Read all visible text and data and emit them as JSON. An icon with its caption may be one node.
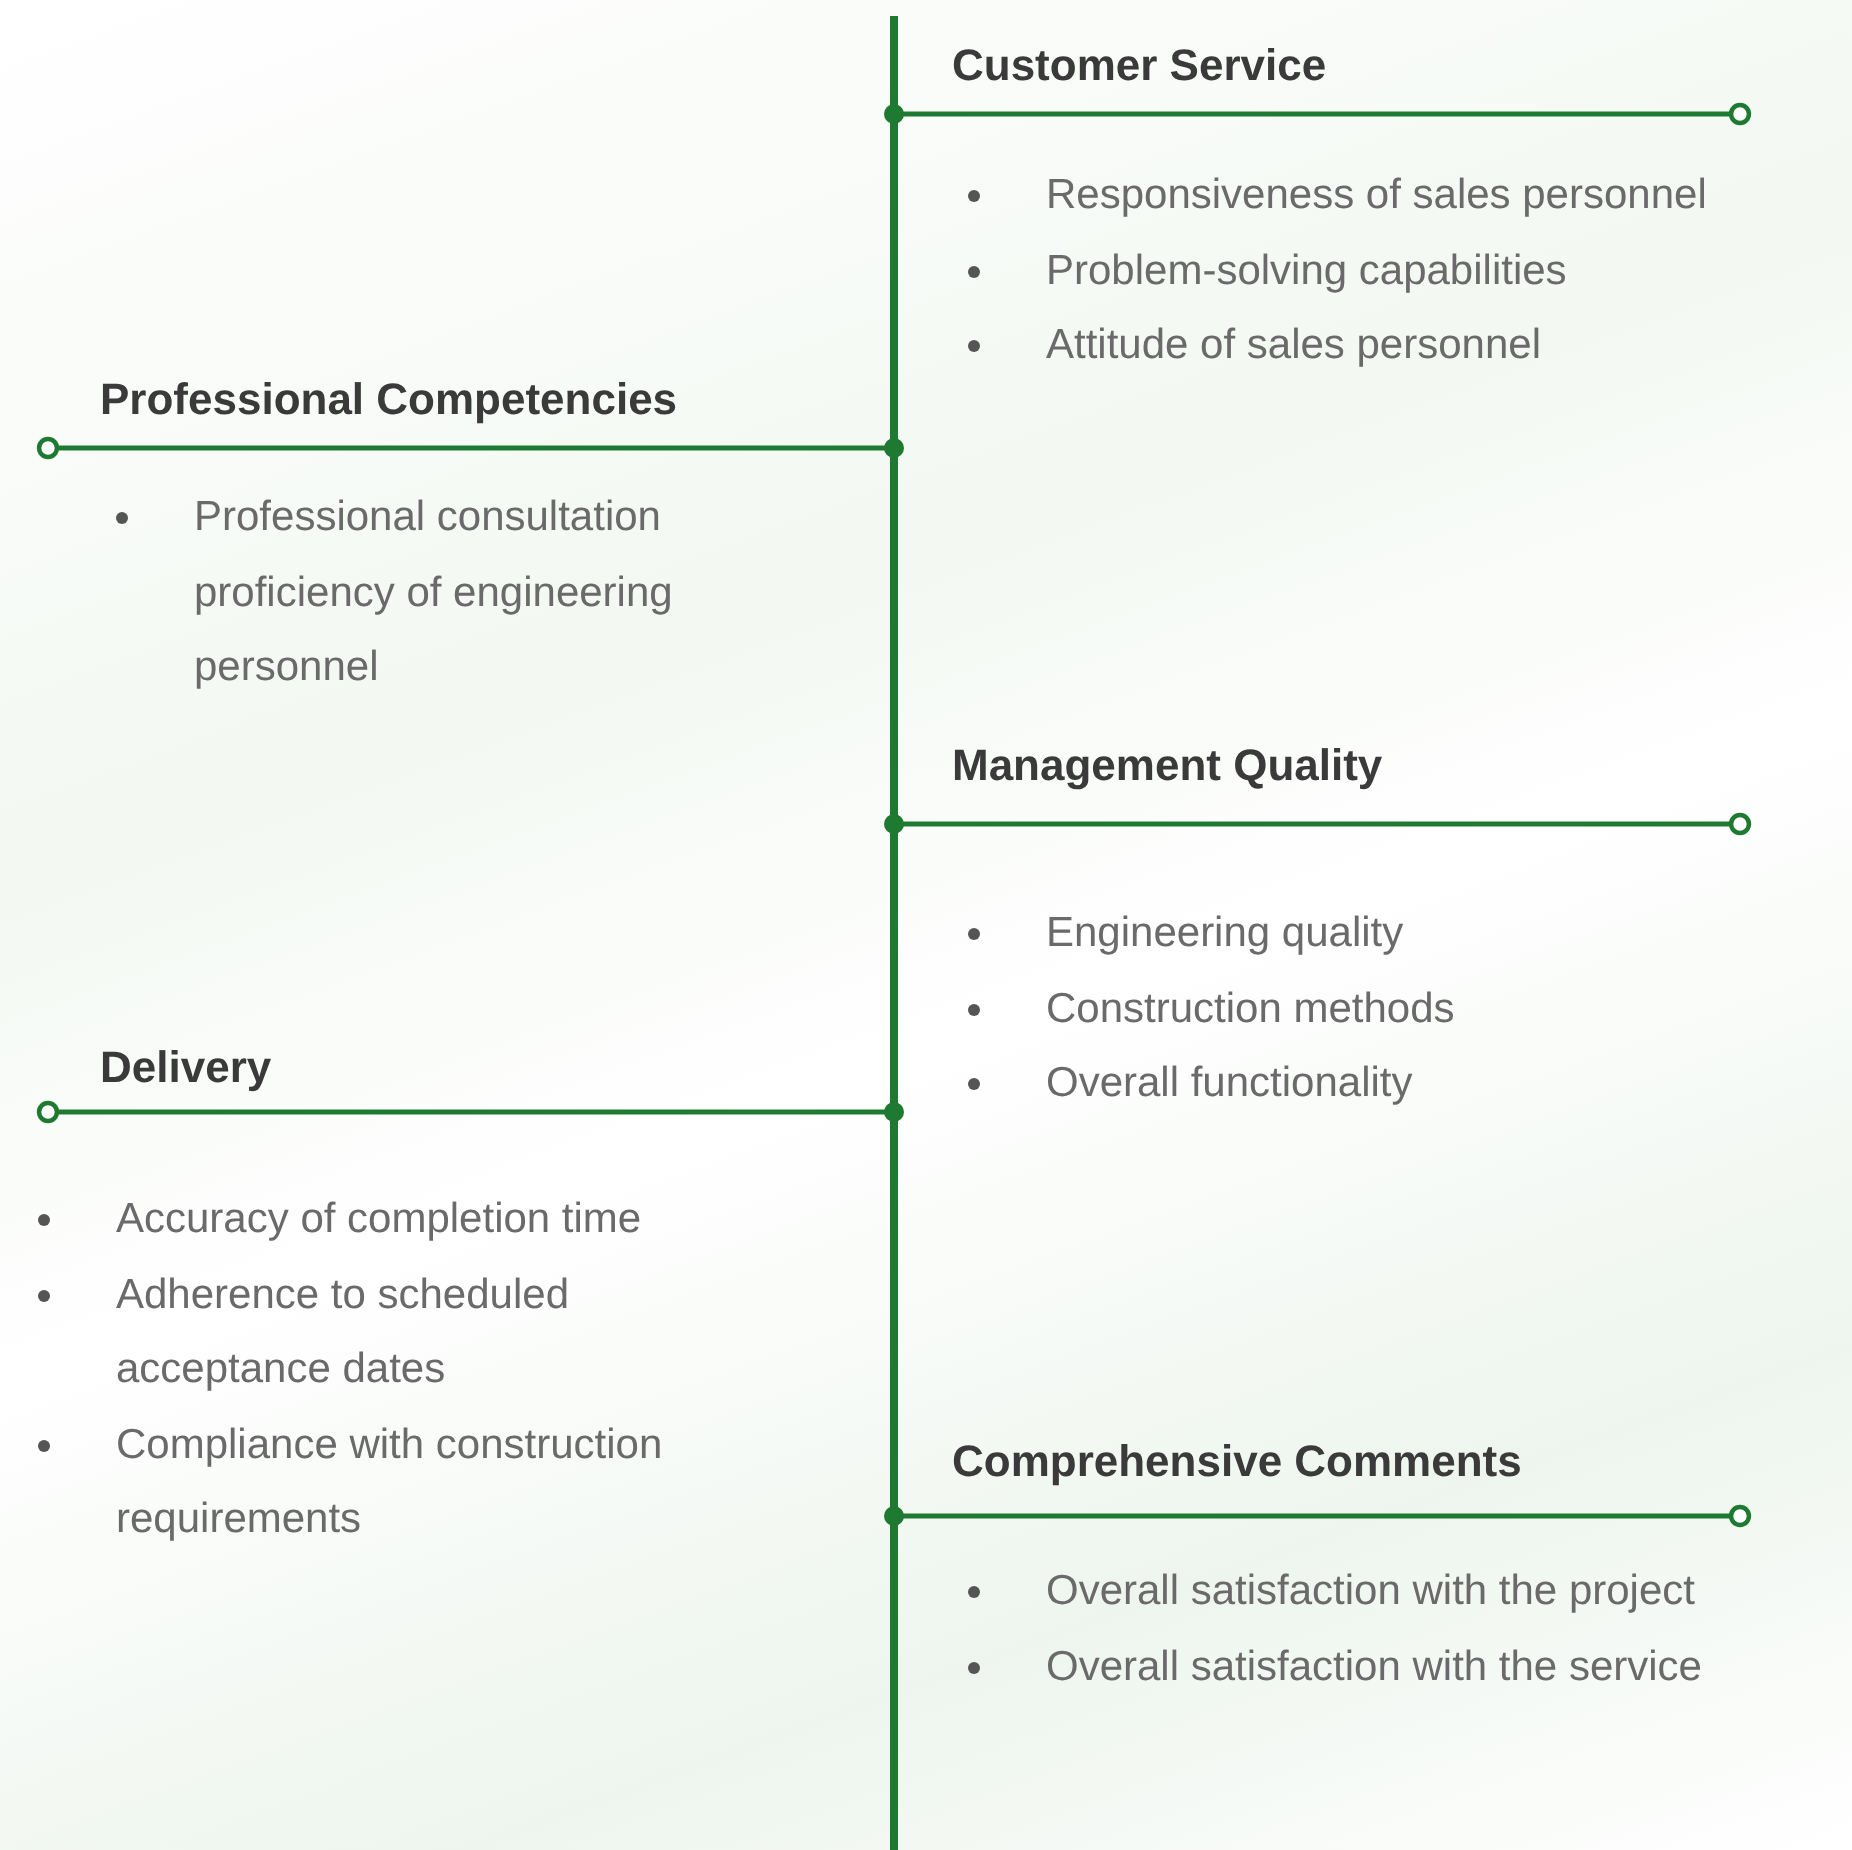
{
  "diagram": {
    "nodes": [
      {
        "text": [],
        "shape": "bar"
      },
      {
        "text": [
          "Customer Service",
          "Responsiveness of sales personnel",
          "Problem-solving capabilities",
          "Attitude of sales personnel"
        ]
      },
      {
        "text": [
          "Professional Competencies",
          "Professional consultation proficiency of engineering personnel"
        ]
      },
      {
        "text": [
          "Management Quality",
          "Engineering quality",
          "Construction methods",
          "Overall functionality"
        ]
      },
      {
        "text": [
          "Delivery",
          "Accuracy of completion time",
          "Adherence to scheduled acceptance dates",
          "Compliance with construction requirements"
        ]
      },
      {
        "text": [
          "Comprehensive Comments",
          "Overall satisfaction with the project",
          "Overall satisfaction with the service"
        ]
      }
    ],
    "edges": [
      {
        "from": 0,
        "to": 1,
        "arrow": "other"
      },
      {
        "from": 0,
        "to": 2,
        "arrow": "other"
      },
      {
        "from": 0,
        "to": 3,
        "arrow": "other"
      },
      {
        "from": 0,
        "to": 4,
        "arrow": "other"
      },
      {
        "from": 0,
        "to": 5,
        "arrow": "other"
      }
    ]
  }
}
